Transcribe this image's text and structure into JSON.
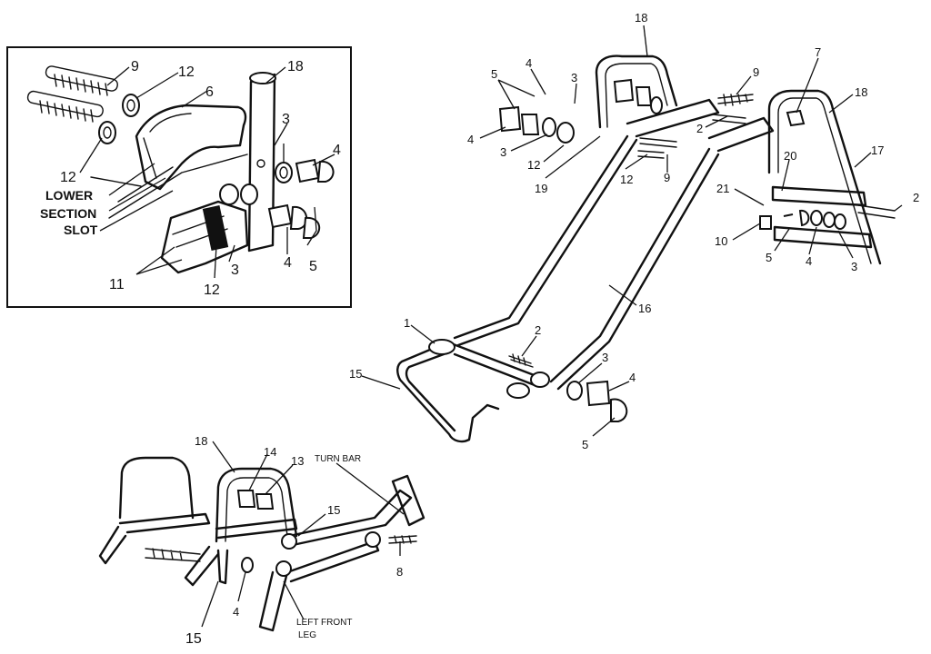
{
  "callouts": {
    "inset": {
      "n9": "9",
      "n12a": "12",
      "n6": "6",
      "n18": "18",
      "n3a": "3",
      "n4a": "4",
      "n12b": "12",
      "n4b": "4",
      "n5": "5",
      "n3b": "3",
      "n11": "11",
      "n12c": "12"
    },
    "inset_words": {
      "lower": "LOWER",
      "section": "SECTION",
      "slot": "SLOT"
    },
    "main": {
      "n18a": "18",
      "n5a": "5",
      "n4a": "4",
      "n3a": "3",
      "n9a": "9",
      "n7": "7",
      "n18b": "18",
      "n4b": "4",
      "n3b": "3",
      "n12a": "12",
      "n2a": "2",
      "n19": "19",
      "n12b": "12",
      "n9b": "9",
      "n20": "20",
      "n17": "17",
      "n21": "21",
      "n2b": "2",
      "n10": "10",
      "n5b": "5",
      "n4c": "4",
      "n3c": "3",
      "n16": "16",
      "n1": "1",
      "n2c": "2",
      "n15": "15",
      "n3d": "3",
      "n4d": "4",
      "n5c": "5"
    },
    "lower": {
      "n18": "18",
      "n14": "14",
      "n13": "13",
      "n15a": "15",
      "n8": "8",
      "n4": "4",
      "n15b": "15"
    },
    "lower_words": {
      "turn_bar": "TURN BAR",
      "left_front": "LEFT FRONT",
      "leg": "LEG"
    }
  }
}
